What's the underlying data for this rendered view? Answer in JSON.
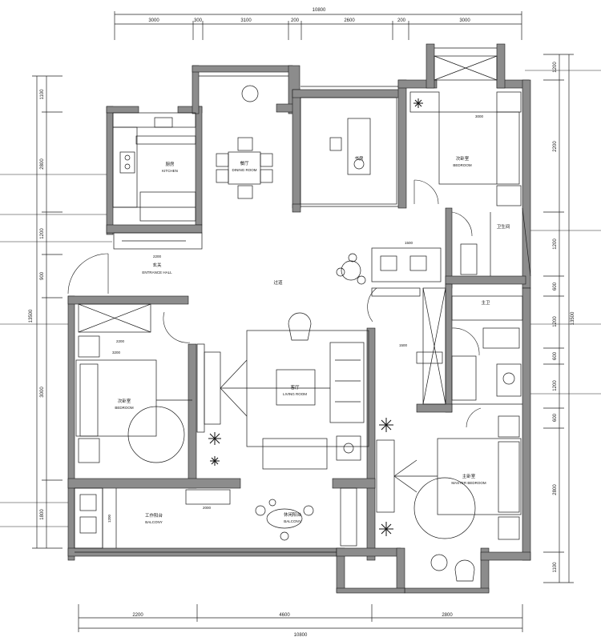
{
  "dimensions": {
    "top_overall": "10800",
    "top_segments": [
      "3000",
      "300",
      "3100",
      "200",
      "2600",
      "200",
      "3000"
    ],
    "bottom_overall": "10800",
    "bottom_segments": [
      "2200",
      "4600",
      "2800"
    ],
    "left_overall": "13500",
    "left_segments": [
      "1100",
      "2800",
      "1200",
      "900",
      "3000",
      "1800"
    ],
    "right_overall": "13500",
    "right_segments": [
      "1200",
      "2200",
      "1200",
      "600",
      "1200",
      "600",
      "1200",
      "600",
      "2800",
      "1100"
    ]
  },
  "rooms": {
    "kitchen": {
      "name": "厨房",
      "sub": "KITCHEN",
      "dim": "2200"
    },
    "dining": {
      "name": "餐厅",
      "sub": "DINING ROOM"
    },
    "study": {
      "name": "书房"
    },
    "second_bedroom_right": {
      "name": "次卧室",
      "sub": "BEDROOM",
      "dim": "3000"
    },
    "entrance": {
      "name": "玄关",
      "sub": "ENTRANCE HALL",
      "dim": "2200"
    },
    "guest_bath": {
      "name": "卫生间",
      "dim": "1500"
    },
    "hall": {
      "name": "过道"
    },
    "living": {
      "name": "客厅",
      "sub": "LIVING ROOM"
    },
    "bedroom_left": {
      "name": "次卧室",
      "sub": "BEDROOM",
      "dim": "3200"
    },
    "master_bath": {
      "name": "主卫",
      "dim": "1500"
    },
    "master_bedroom": {
      "name": "主卧室",
      "sub": "MASTER BEDROOM"
    },
    "work_balcony": {
      "name": "工作阳台",
      "sub": "BALCONY",
      "dim": "1200"
    },
    "leisure_balcony": {
      "name": "休闲阳台",
      "sub": "BALCONY",
      "dim": "2000"
    }
  },
  "colors": {
    "wall": "#8c8c8c",
    "line": "#1a1a1a",
    "background": "#ffffff"
  }
}
